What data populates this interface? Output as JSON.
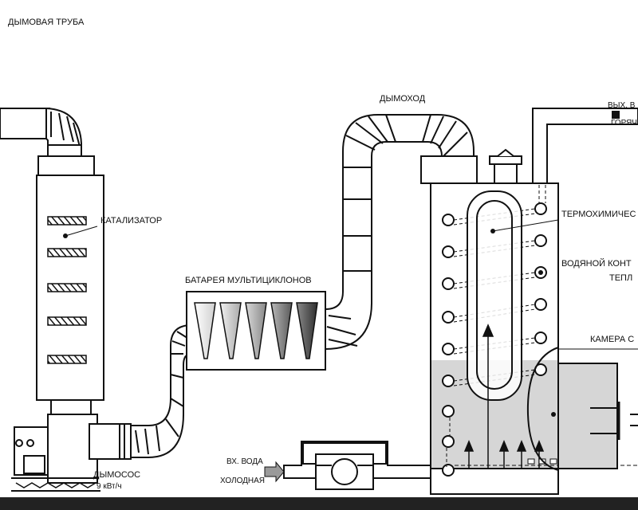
{
  "labels": {
    "chimney": "ДЫМОВАЯ ТРУБА",
    "catalyst": "КАТАЛИЗАТОР",
    "multicyclone": "БАТАРЕЯ МУЛЬТИЦИКЛОНОВ",
    "flue": "ДЫМОХОД",
    "exhauster": "ДЫМОСОС",
    "exhauster_power": "9 кВт/ч",
    "water_in": "ВХ. ВОДА",
    "water_cold": "ХОЛОДНАЯ",
    "outlet": "ВЫХ. В",
    "hot": "ГОРЯЧ",
    "thermochem": "ТЕРМОХИМИЧЕС",
    "water_circuit": "ВОДЯНОЙ КОНТ",
    "heat": "ТЕПЛ",
    "chamber": "КАМЕРА С"
  },
  "colors": {
    "line": "#111111",
    "pipe_fill": "#ffffff",
    "chamber_fill": "#d6d6d6",
    "floor": "#222222",
    "arrow_fill": "#9a9a9a"
  }
}
